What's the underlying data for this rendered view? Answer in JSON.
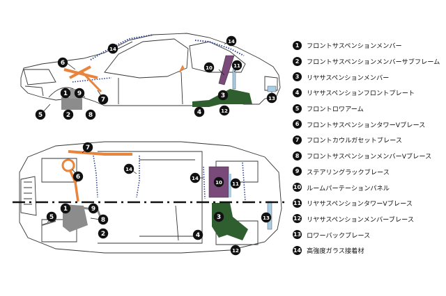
{
  "legend": [
    {
      "num": "1",
      "label": "フロントサスペンションメンバー"
    },
    {
      "num": "2",
      "label": "フロントサスペンションメンバーサブフレーム"
    },
    {
      "num": "3",
      "label": "リヤサスペンションメンバー"
    },
    {
      "num": "4",
      "label": "リヤサスペンションフロントプレート"
    },
    {
      "num": "5",
      "label": "フロントロワアーム"
    },
    {
      "num": "6",
      "label": "フロントサスペンションタワーVブレース"
    },
    {
      "num": "7",
      "label": "フロントカウルガセットブレース"
    },
    {
      "num": "8",
      "label": "フロントサスペンションメンバーVブレース"
    },
    {
      "num": "9",
      "label": "ステアリングラックブレース"
    },
    {
      "num": "10",
      "label": "ルームパーテーションパネル"
    },
    {
      "num": "11",
      "label": "リヤサスペンションタワーVブレース"
    },
    {
      "num": "12",
      "label": "リヤサスペンションメンバーブレース"
    },
    {
      "num": "13",
      "label": "ロワーバックブレース"
    },
    {
      "num": "14",
      "label": "高強度ガラス接着材"
    }
  ],
  "callouts": {
    "side": [
      "14",
      "6",
      "1",
      "9",
      "7",
      "5",
      "2",
      "8",
      "10",
      "11",
      "14",
      "3",
      "13",
      "4",
      "12"
    ],
    "top": [
      "7",
      "6",
      "14",
      "14",
      "10",
      "11",
      "1",
      "9",
      "5",
      "8",
      "2",
      "3",
      "13",
      "4",
      "12"
    ]
  },
  "colors": {
    "orange": "#e8843c",
    "green": "#2f5e2f",
    "purple": "#7a4b7a",
    "gray": "#8c8c8c",
    "blue_dots": "#2a3f8f",
    "lightblue": "#a9cde4"
  }
}
